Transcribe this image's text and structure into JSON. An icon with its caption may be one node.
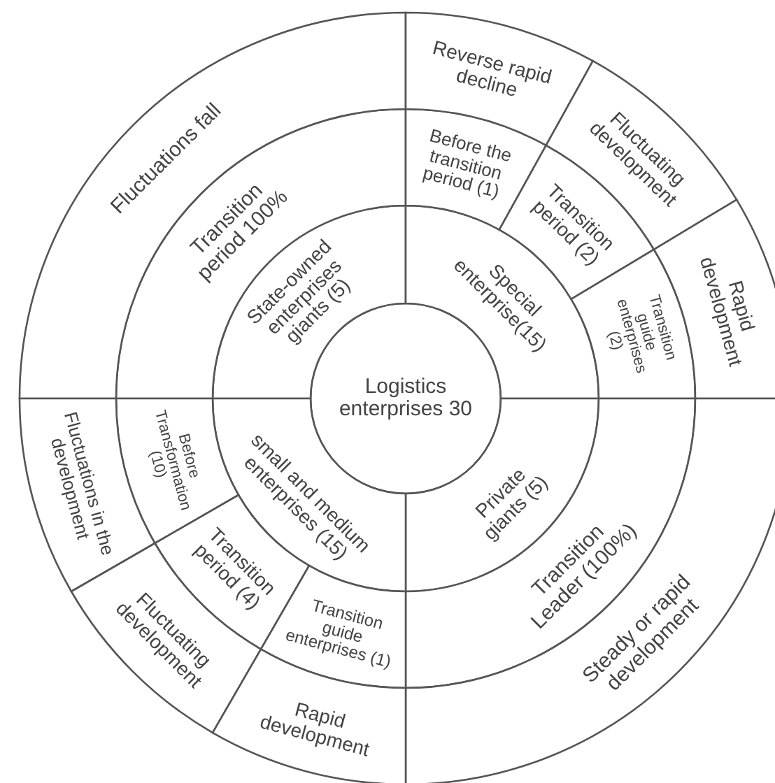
{
  "diagram": {
    "nodes": [
      {
        "text": [
          "Logistics enterprises 30"
        ]
      },
      {
        "text": [
          "State-owned enterprises giants (5)"
        ]
      },
      {
        "text": [
          "Transition period 100%"
        ]
      },
      {
        "text": [
          "Fluctuations fall"
        ]
      },
      {
        "text": [
          "Special enterprise(15)"
        ]
      },
      {
        "text": [
          "Before the transition period (1)"
        ]
      },
      {
        "text": [
          "Transition period (2)"
        ]
      },
      {
        "text": [
          "Transition guide enterprises (2)"
        ]
      },
      {
        "text": [
          "Reverse rapid decline"
        ]
      },
      {
        "text": [
          "Fluctuating development"
        ]
      },
      {
        "text": [
          "Rapid development"
        ]
      },
      {
        "text": [
          "Private giants (5)"
        ]
      },
      {
        "text": [
          "Transition Leader (100%)"
        ]
      },
      {
        "text": [
          "Steady or rapid development"
        ]
      },
      {
        "text": [
          "small and medium enterprises (15)"
        ]
      },
      {
        "text": [
          "Before Transformation (10)"
        ]
      },
      {
        "text": [
          "Transition period (4)"
        ]
      },
      {
        "text": [
          "Transition guide enterprises (1)"
        ]
      },
      {
        "text": [
          "Fluctuations in the development"
        ]
      },
      {
        "text": [
          "Fluctuating development"
        ]
      },
      {
        "text": [
          "Rapid development"
        ]
      }
    ]
  }
}
